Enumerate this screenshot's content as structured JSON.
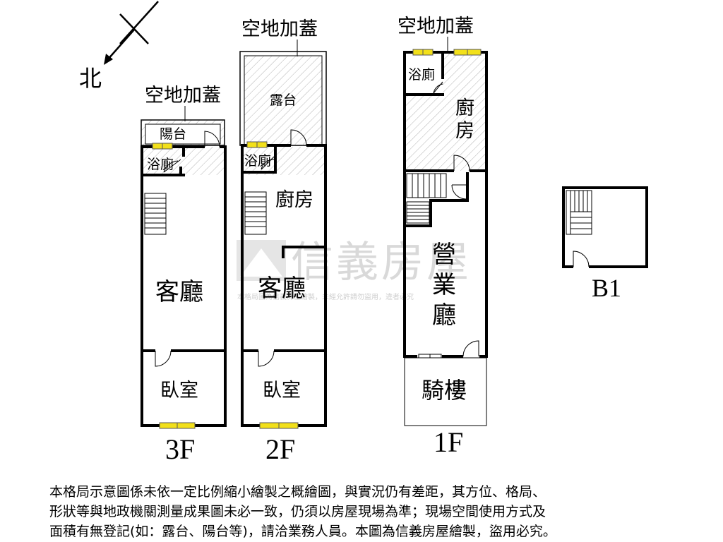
{
  "compass": {
    "north_label": "北"
  },
  "floors": {
    "f3": {
      "label": "3F",
      "rooms": {
        "extension": "空地加蓋",
        "balcony": "陽台",
        "bath": "浴廁",
        "living": "客廳",
        "bedroom": "臥室"
      }
    },
    "f2": {
      "label": "2F",
      "rooms": {
        "extension": "空地加蓋",
        "terrace": "露台",
        "bath": "浴廁",
        "kitchen": "廚房",
        "living": "客廳",
        "bedroom": "臥室"
      }
    },
    "f1": {
      "label": "1F",
      "rooms": {
        "extension": "空地加蓋",
        "bath": "浴廁",
        "kitchen_1": "廚",
        "kitchen_2": "房",
        "shop_1": "營",
        "shop_2": "業",
        "shop_3": "廳",
        "arcade": "騎樓"
      }
    },
    "b1": {
      "label": "B1"
    }
  },
  "watermark": {
    "brand": "信義房屋",
    "notice": "本格局圖為信義房屋繪製，未經允許請勿盜用，違者必究"
  },
  "disclaimer": {
    "lines": [
      "本格局示意圖係未依一定比例縮小繪製之概繪圖，與實況仍有差距，其方位、格局、",
      "形狀等與地政機關測量成果圖未必一致，仍須以房屋現場為準；現場空間使用方式及",
      "面積有無登記(如：露台、陽台等)，請洽業務人員。本圖為信義房屋繪製，盜用必究。"
    ]
  },
  "colors": {
    "wall": "#000000",
    "hatch": "#b4b4b4",
    "window": "#f2e01a",
    "watermark": "#d9d9d9"
  }
}
